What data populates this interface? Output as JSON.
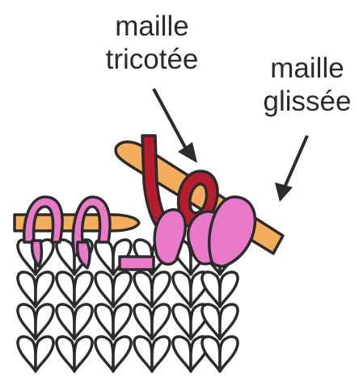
{
  "labels": {
    "knit_line1": "maille",
    "knit_line2": "tricotée",
    "slip_line1": "maille",
    "slip_line2": "glissée"
  },
  "colors": {
    "needle": "#f4ad5c",
    "needle_outline": "#2b2b2b",
    "knit_stitch": "#b51c2d",
    "slipped_stitch": "#e97ac9",
    "fabric": "#ffffff",
    "outline": "#2b2b2b"
  }
}
